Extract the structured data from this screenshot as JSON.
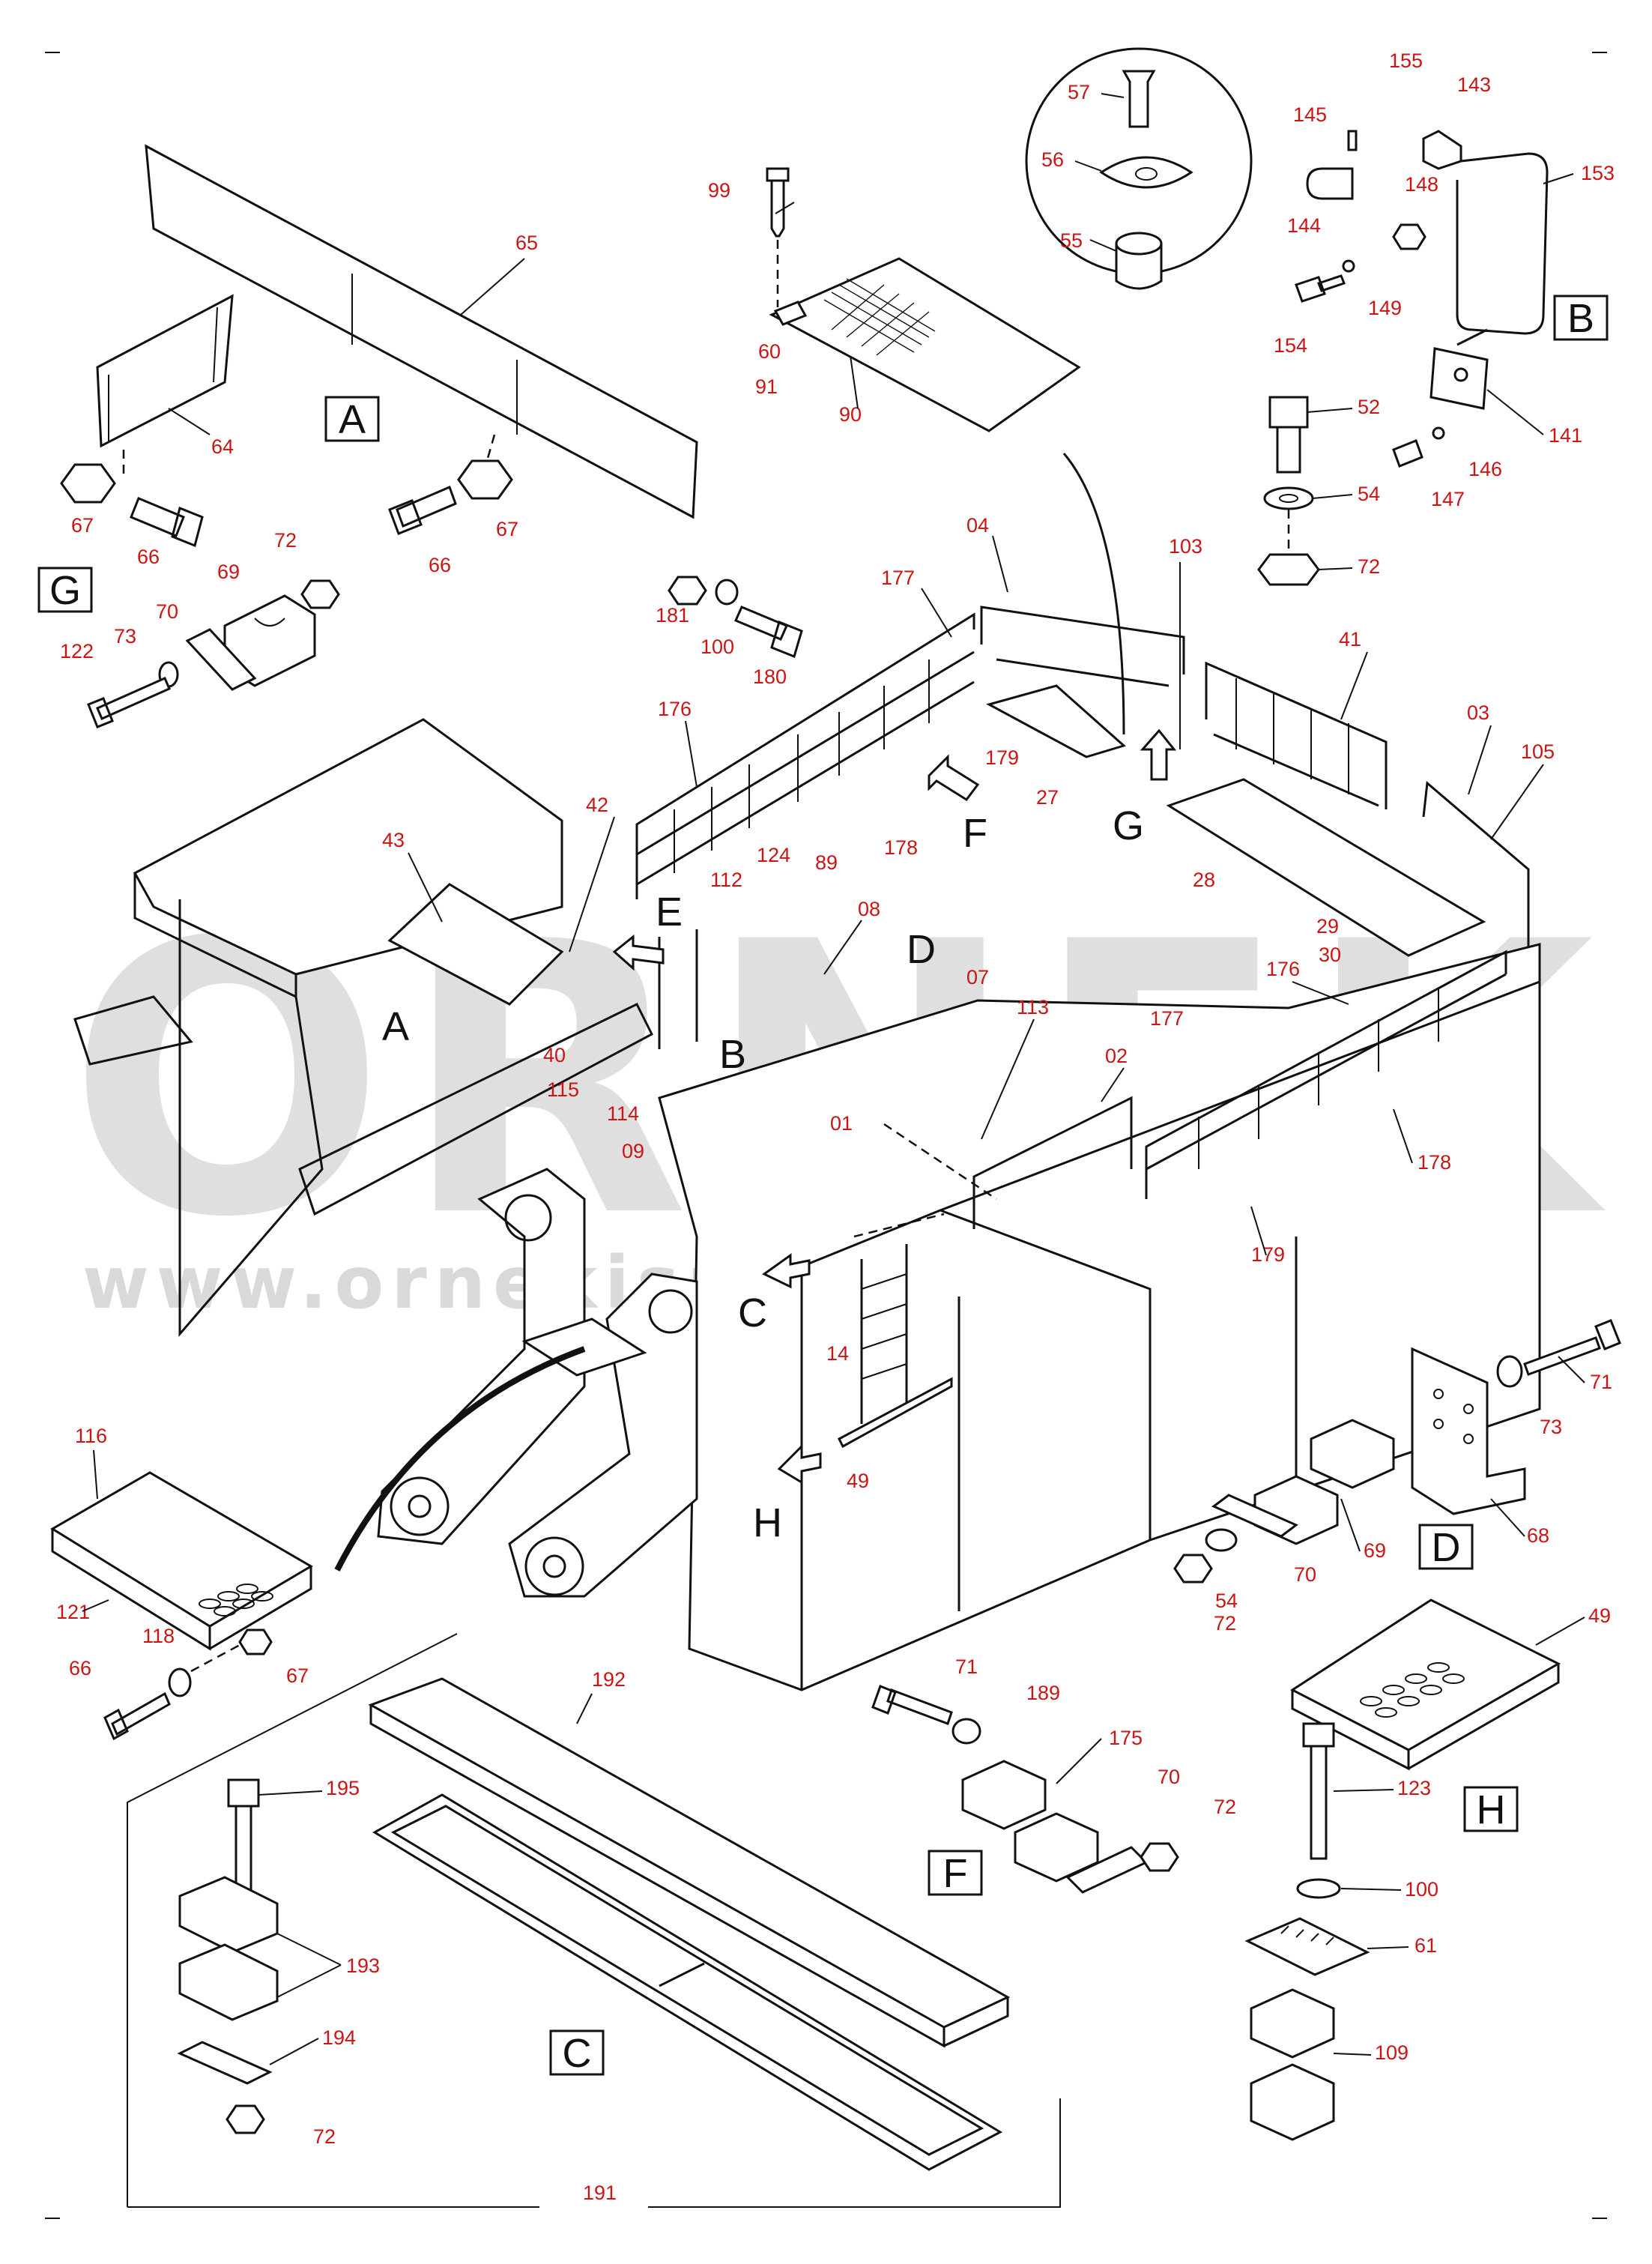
{
  "watermark": {
    "logo_text": "ÖRNEK",
    "url_text": "www.ornekismakinalari.com.tr",
    "color": "#b9b9b9"
  },
  "colors": {
    "callout": "#cc1414",
    "line": "#111111",
    "letter": "#111111"
  },
  "view_boxes": [
    "A",
    "B",
    "C",
    "D",
    "F",
    "G",
    "H"
  ],
  "arrow_letters": [
    "A",
    "B",
    "C",
    "D",
    "E",
    "F",
    "G",
    "H"
  ],
  "callouts": {
    "c65": "65",
    "c64": "64",
    "c67a": "67",
    "c66a": "66",
    "c66b": "66",
    "c67b": "67",
    "c72a": "72",
    "c69a": "69",
    "c70a": "70",
    "c73a": "73",
    "c122": "122",
    "c99": "99",
    "c60": "60",
    "c91": "91",
    "c90": "90",
    "c57": "57",
    "c56": "56",
    "c55": "55",
    "c155": "155",
    "c143": "143",
    "c145": "145",
    "c153": "153",
    "c148": "148",
    "c144": "144",
    "c149": "149",
    "c154": "154",
    "c141": "141",
    "c146": "146",
    "c147": "147",
    "c52": "52",
    "c54a": "54",
    "c72b": "72",
    "c103": "103",
    "c181": "181",
    "c100a": "100",
    "c180": "180",
    "c177a": "177",
    "c04": "04",
    "c176a": "176",
    "c179a": "179",
    "c27": "27",
    "c178a": "178",
    "c41": "41",
    "c03": "03",
    "c105": "105",
    "c28": "28",
    "c29": "29",
    "c30": "30",
    "c43": "43",
    "c42": "42",
    "c112": "112",
    "c124": "124",
    "c89": "89",
    "c08": "08",
    "c07": "07",
    "c113": "113",
    "c40": "40",
    "c115": "115",
    "c114": "114",
    "c09": "09",
    "c01": "01",
    "c02": "02",
    "c176b": "176",
    "c177b": "177",
    "c178b": "178",
    "c179b": "179",
    "c14": "14",
    "c49a": "49",
    "c71a": "71",
    "c73b": "73",
    "c68": "68",
    "c69b": "69",
    "c70b": "70",
    "c54b": "54",
    "c72c": "72",
    "c116": "116",
    "c121": "121",
    "c118": "118",
    "c66c": "66",
    "c67c": "67",
    "c192": "192",
    "c195": "195",
    "c193": "193",
    "c194": "194",
    "c72d": "72",
    "c191": "191",
    "c71b": "71",
    "c189": "189",
    "c175": "175",
    "c70c": "70",
    "c72e": "72",
    "c49b": "49",
    "c123": "123",
    "c100b": "100",
    "c61": "61",
    "c109": "109"
  }
}
